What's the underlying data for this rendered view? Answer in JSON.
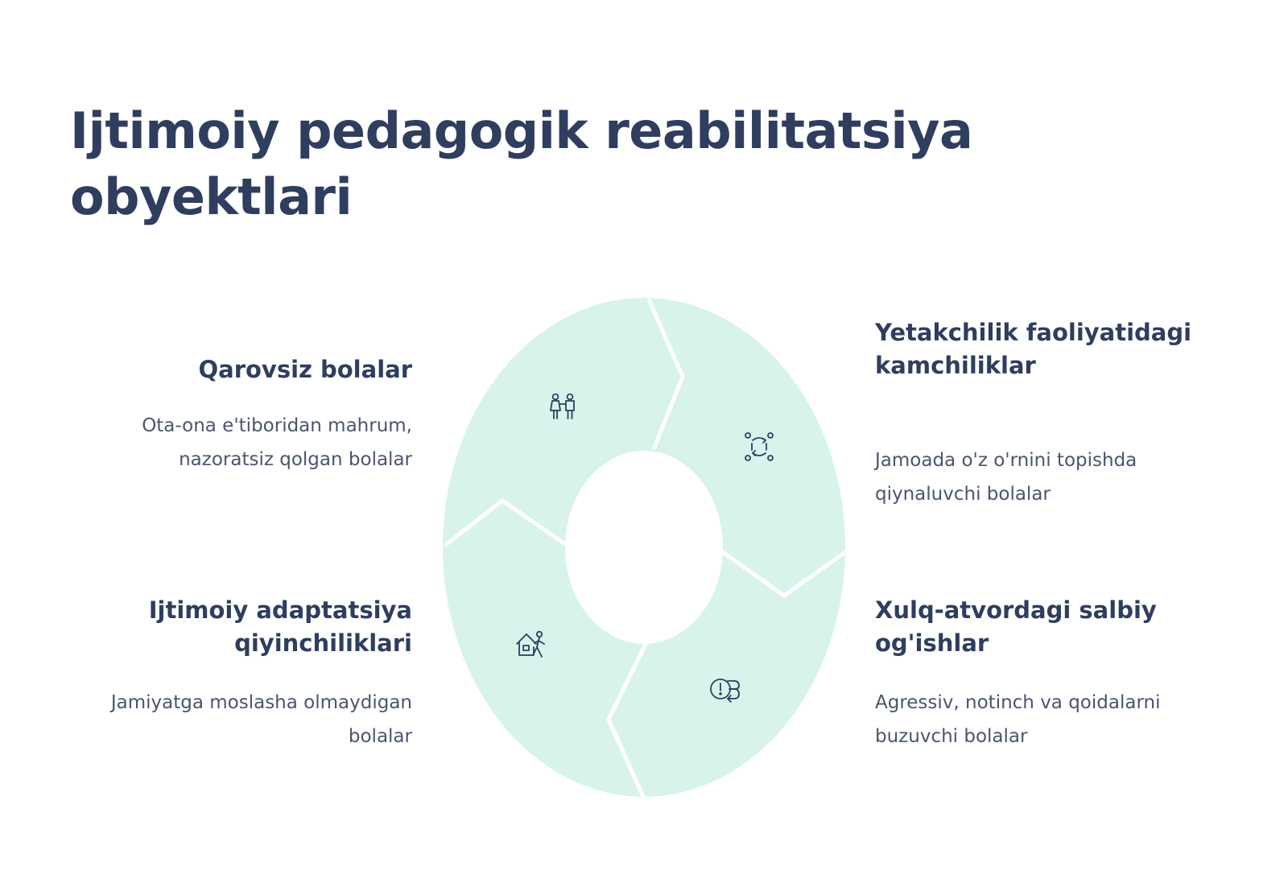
{
  "title": "Ijtimoiy pedagogik reabilitatsiya obyektlari",
  "colors": {
    "title": "#2f3d5f",
    "segment_fill": "#d8f3ec",
    "separator": "#ffffff",
    "icon_stroke": "#2f3d5f",
    "description": "#4a5570"
  },
  "segments": [
    {
      "heading": "Qarovsiz bolalar",
      "description": "Ota-ona e'tiboridan mahrum, nazoratsiz qolgan bolalar",
      "icon": "children-icon"
    },
    {
      "heading": "Yetakchilik faoliyatidagi kamchiliklar",
      "description": "Jamoada o'z o'rnini topishda qiynaluvchi bolalar",
      "icon": "team-cycle-icon"
    },
    {
      "heading": "Xulq-atvordagi salbiy og'ishlar",
      "description": "Agressiv, notinch va qoidalarni buzuvchi bolalar",
      "icon": "warning-arrow-icon"
    },
    {
      "heading": "Ijtimoiy adaptatsiya qiyinchiliklari",
      "description": "Jamiyatga moslasha olmaydigan bolalar",
      "icon": "person-leaving-home-icon"
    }
  ]
}
